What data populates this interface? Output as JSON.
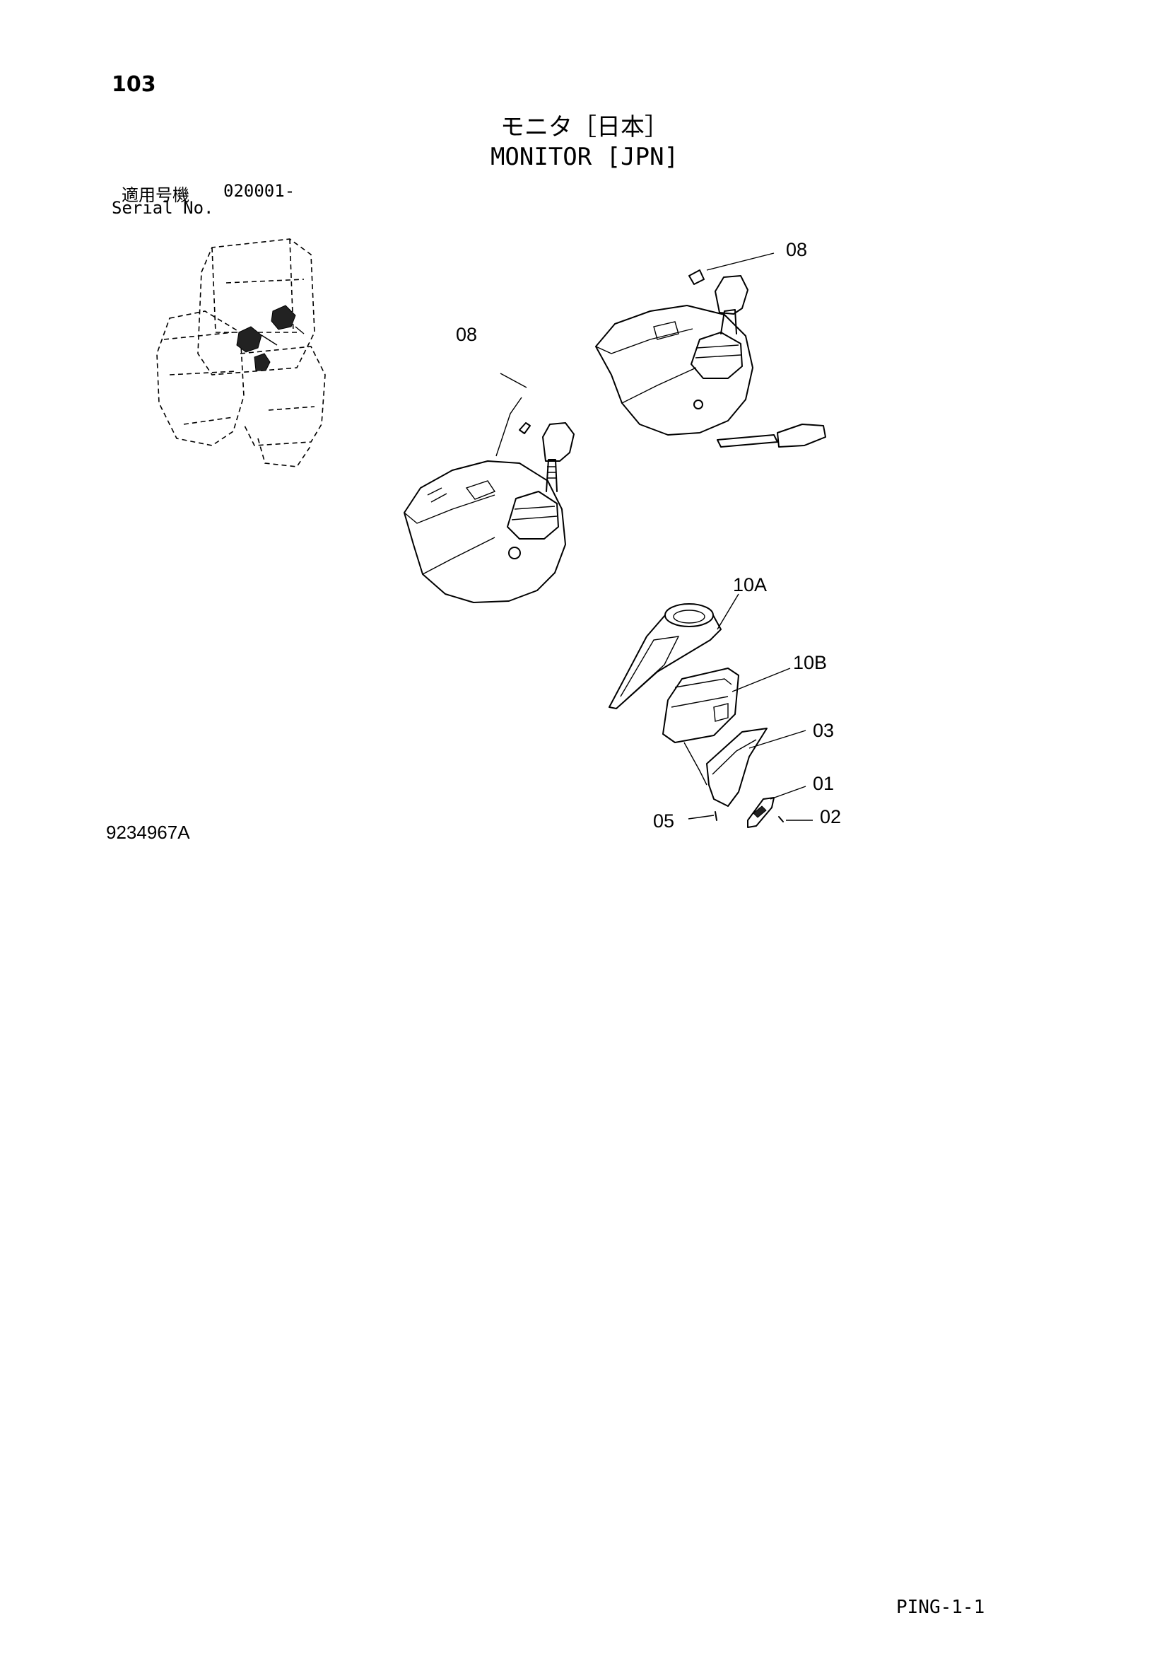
{
  "page_number": "103",
  "title_jp": "モニタ［日本］",
  "title_en": "MONITOR [JPN]",
  "serial": {
    "label_jp": "適用号機",
    "range": "020001-",
    "label_en": "Serial No."
  },
  "callouts": {
    "c08_right": "08",
    "c08_left": "08",
    "c10a": "10A",
    "c10b": "10B",
    "c03": "03",
    "c01": "01",
    "c05": "05",
    "c02": "02"
  },
  "drawing_number": "9234967A",
  "page_code": "PING-1-1"
}
